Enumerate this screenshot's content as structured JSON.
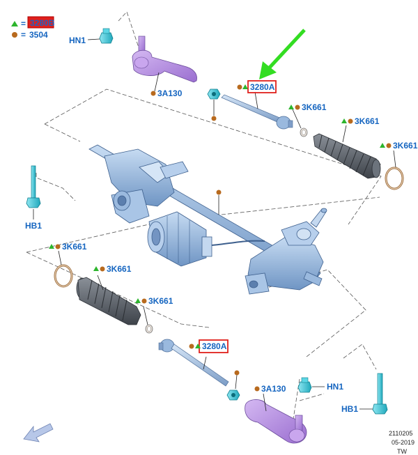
{
  "legend": {
    "triangle_code": "3280B",
    "circle_code": "3504",
    "equals": "="
  },
  "callouts": {
    "hn1_top": "HN1",
    "tie_rod_end_top": "3A130",
    "inner_tie_rod_top": "3280A",
    "bellows_clamp_top_inner": "3K661",
    "bellows_top": "3K661",
    "bellows_clamp_top_outer": "3K661",
    "hb1_left": "HB1",
    "bellows_clamp_bottom_outer": "3K661",
    "bellows_bottom": "3K661",
    "bellows_clamp_bottom_inner": "3K661",
    "inner_tie_rod_bottom": "3280A",
    "hn1_bottom": "HN1",
    "tie_rod_end_bottom": "3A130",
    "hb1_right": "HB1"
  },
  "footer": {
    "drawing_number": "2110205",
    "date": "05-2019",
    "initials": "TW"
  },
  "colors": {
    "label_blue": "#1565c0",
    "triangle_green": "#2db52d",
    "circle_orange": "#b86a1e",
    "highlight_red": "#e0201c",
    "arrow_green": "#33dd22",
    "part_purple": "#b58be0",
    "fastener_cyan": "#2ec4d6",
    "rack_blue": "#8fb3dc",
    "boot_gray": "#555b62"
  },
  "icons": {
    "triangle": "green-triangle-icon",
    "circle": "orange-dot-icon",
    "direction": "front-direction-arrow-icon"
  }
}
